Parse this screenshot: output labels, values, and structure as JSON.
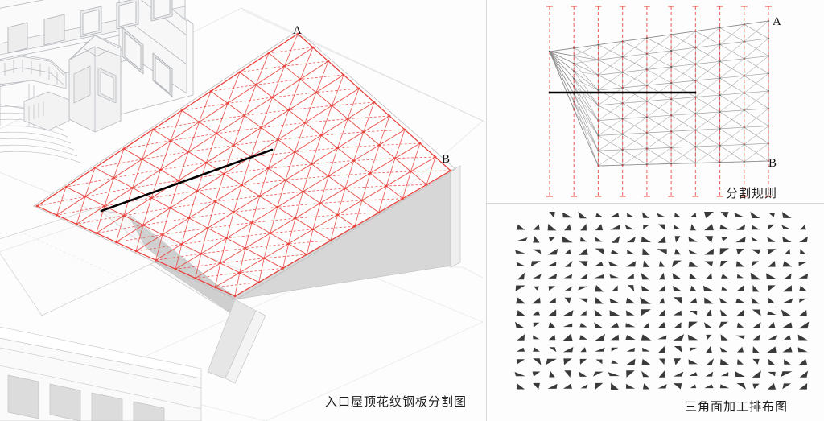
{
  "figure": {
    "background": "#fefefe",
    "divider_color": "#d8d8d8"
  },
  "panels": {
    "main": {
      "caption": "入口屋顶花纹钢板分割图",
      "label_a": "A",
      "label_b": "B",
      "mesh_color": "#e8403a",
      "highlight_color": "#000000",
      "building_line_color": "#b9bcc2",
      "shade_color": "#d2d2d2",
      "description_roof": "entrance-canopy-triangulated-roof",
      "description_building": "historic-classical-building"
    },
    "rule": {
      "caption": "分割规则",
      "label_a": "A",
      "label_b": "B",
      "mesh_color": "#8a8a8a",
      "guide_color": "#e8403a",
      "highlight_color": "#000000",
      "grid_cols": 9,
      "grid_rows": 8
    },
    "nesting": {
      "caption": "三角面加工排布图",
      "triangle_color": "#3a3a3a",
      "rows": 15,
      "cols": 19,
      "triangle_count": 285
    }
  },
  "chart_data": {
    "type": "diagram",
    "title": "入口屋顶花纹钢板分割图",
    "panels": [
      {
        "name": "perspective-view",
        "title": "入口屋顶花纹钢板分割图"
      },
      {
        "name": "division-rule",
        "title": "分割规则"
      },
      {
        "name": "fabrication-nesting",
        "title": "三角面加工排布图"
      }
    ],
    "annotations": [
      "A",
      "B"
    ]
  }
}
